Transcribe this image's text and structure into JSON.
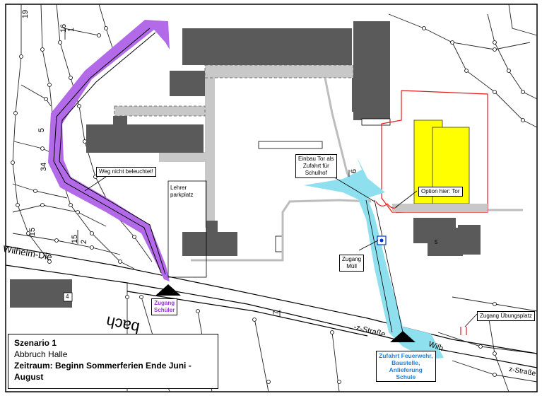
{
  "legend": {
    "scenario": "Szenario 1",
    "subtitle": "Abbruch Halle",
    "period": "Zeitraum: Beginn Sommerferien Ende Juni - August"
  },
  "labels": {
    "weg_nicht_beleuchtet": "Weg nicht beleuchtet!",
    "lehrer_parkplatz_1": "Lehrer",
    "lehrer_parkplatz_2": "parkplatz",
    "einbau_tor_1": "Einbau Tor als",
    "einbau_tor_2": "Zufahrt für",
    "einbau_tor_3": "Schulhof",
    "option_tor": "Option hier: Tor",
    "zugang_muell_1": "Zugang",
    "zugang_muell_2": "Müll",
    "zugang_uebungsplatz": "Zugang Übungsplatz",
    "zugang_schueler_1": "Zugang",
    "zugang_schueler_2": "Schüler",
    "zufahrt_1": "Zufahrt Feuerwehr,",
    "zufahrt_2": "Baustelle,",
    "zufahrt_3": "Anlieferung",
    "zufahrt_4": "Schule"
  },
  "streets": {
    "wilhelm_left": "Wilhelm-Die",
    "strasse_right": "-z-Straße",
    "wilh_right": "Wilh",
    "strasse_bottom": "z-Straße",
    "bach": "bach"
  },
  "parcel_numbers": {
    "n19": "19",
    "n16": "16",
    "n1": "1",
    "n5": "5",
    "n34": "34",
    "n15a": "15",
    "n15b": "15",
    "n2": "2",
    "n7": "7",
    "n6": "6",
    "n5b": "5",
    "n4": "4"
  },
  "colors": {
    "purple_path": "#b26ae8",
    "blue_access": "#8ee0ef",
    "building_gray": "#5a5a5a",
    "yellow_hall": "#ffff00",
    "red_boundary": "#e31b1b",
    "pale_path": "#c8c8c8"
  }
}
